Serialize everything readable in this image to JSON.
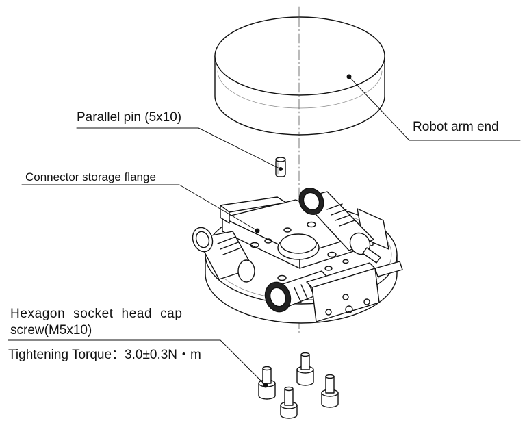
{
  "labels": {
    "robot_arm_end": "Robot arm end",
    "parallel_pin": "Parallel pin (5x10)",
    "connector_flange": "Connector storage flange",
    "screw_line1": "Hexagon socket head cap",
    "screw_line2": "screw(M5x10)",
    "torque": "Tightening Torque：3.0±0.3N・m"
  }
}
